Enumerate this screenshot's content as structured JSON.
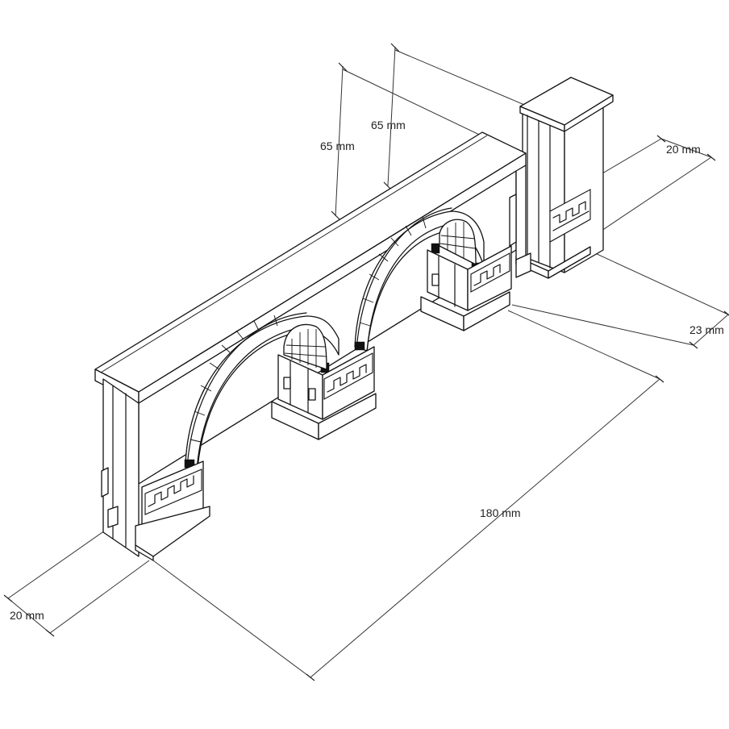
{
  "dimensions": {
    "height_front": "65 mm",
    "height_back": "65 mm",
    "depth_right_top": "20 mm",
    "depth_right_bottom": "23 mm",
    "length": "180 mm",
    "depth_left": "20 mm"
  },
  "colors": {
    "line": "#111111",
    "background": "#ffffff"
  }
}
